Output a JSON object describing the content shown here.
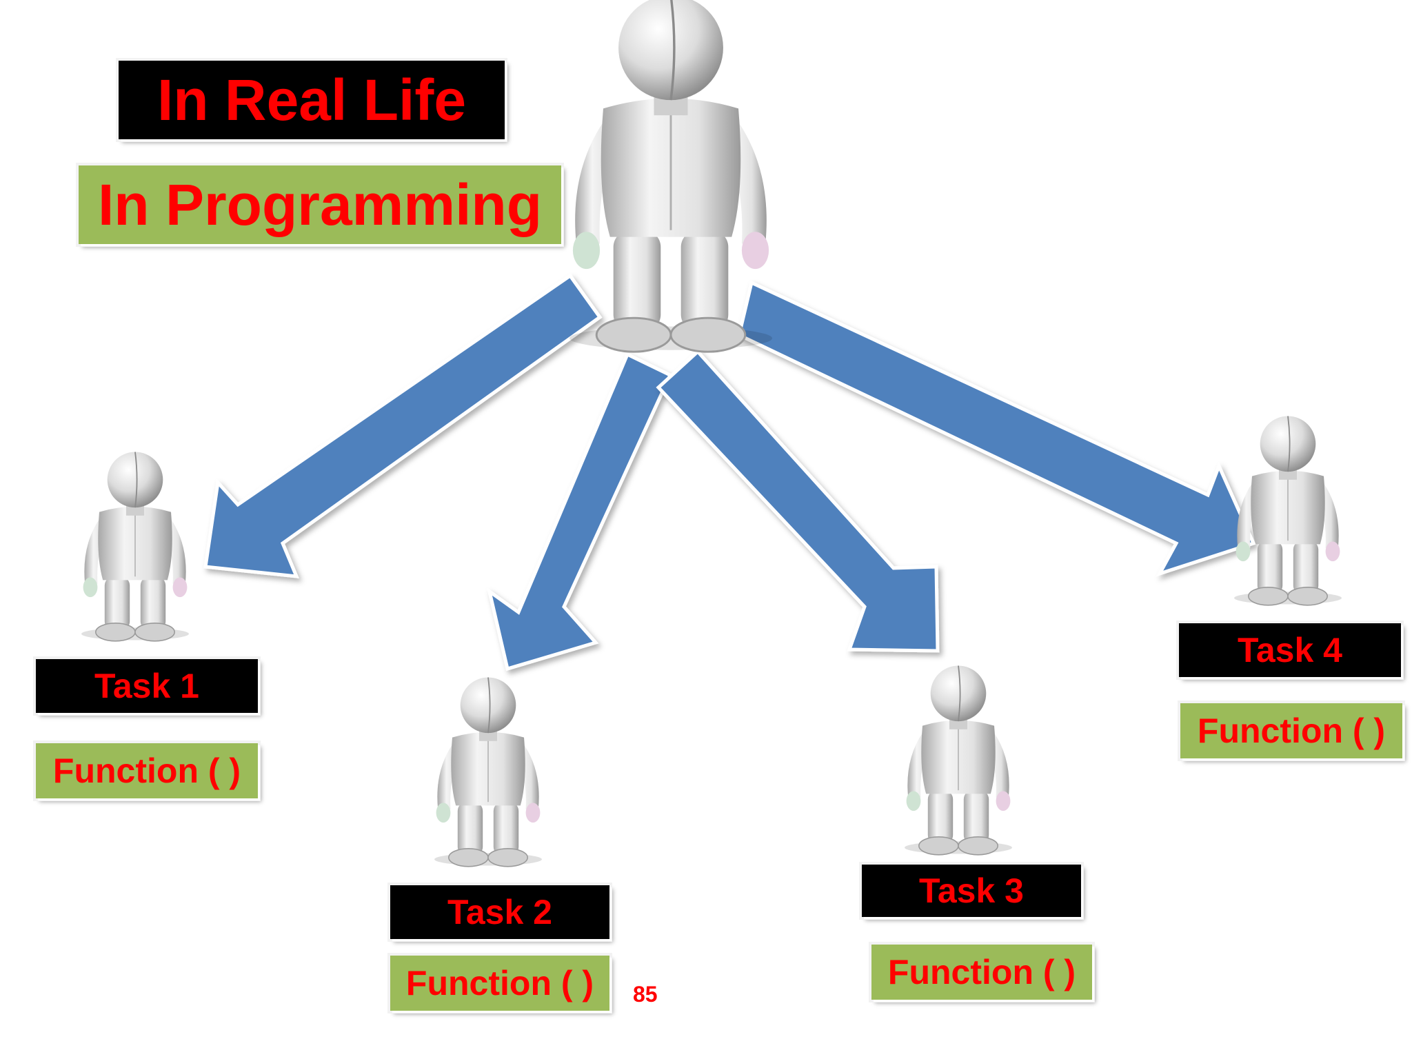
{
  "header": {
    "real_life": "In Real Life",
    "programming": "In Programming"
  },
  "tasks": [
    {
      "task": "Task 1",
      "function": "Function ( )"
    },
    {
      "task": "Task 2",
      "function": "Function ( )"
    },
    {
      "task": "Task 3",
      "function": "Function ( )"
    },
    {
      "task": "Task 4",
      "function": "Function ( )"
    }
  ],
  "slide_number": "85",
  "colors": {
    "title_text": "#ff0000",
    "real_life_box": "#000000",
    "programming_box": "#9bbb59",
    "arrow_fill": "#4f81bd",
    "figure": "#e6e6e6"
  },
  "icons": [
    "person-figure-icon",
    "arrow-icon"
  ]
}
